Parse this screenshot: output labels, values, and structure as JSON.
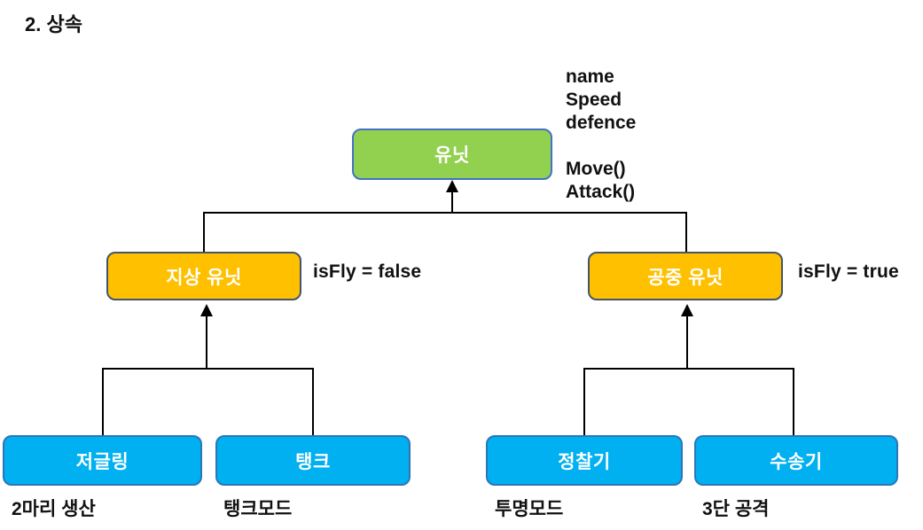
{
  "title": "2. 상속",
  "colors": {
    "green_fill": "#92D050",
    "green_border": "#4472C4",
    "orange_fill": "#FFC000",
    "orange_border": "#44546A",
    "blue_fill": "#00B0F0",
    "blue_border": "#2E75B6",
    "line": "#000000"
  },
  "root": {
    "label": "유닛",
    "attributes": {
      "fields": [
        "name",
        "Speed",
        "defence"
      ],
      "methods": [
        "Move()",
        "Attack()"
      ]
    }
  },
  "level2": [
    {
      "label": "지상 유닛",
      "annotation": "isFly = false"
    },
    {
      "label": "공중 유닛",
      "annotation": "isFly = true"
    }
  ],
  "leaves": [
    {
      "label": "저글링",
      "caption": "2마리 생산"
    },
    {
      "label": "탱크",
      "caption": "탱크모드"
    },
    {
      "label": "정찰기",
      "caption": "투명모드"
    },
    {
      "label": "수송기",
      "caption": "3단 공격"
    }
  ]
}
